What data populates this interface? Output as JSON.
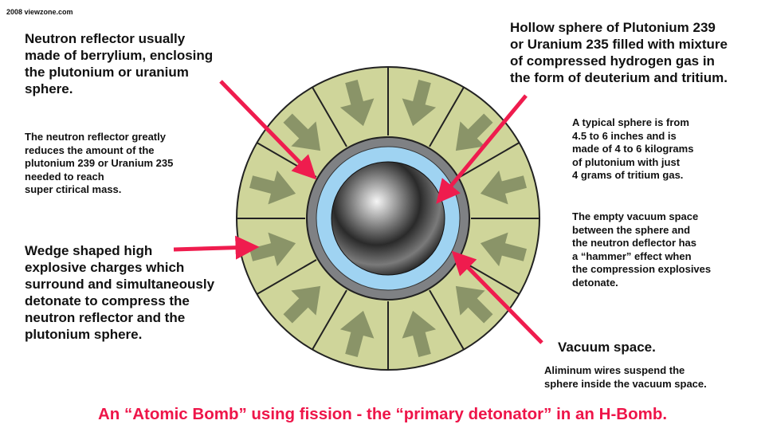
{
  "copyright": "2008 viewzone.com",
  "reflector_note": [
    "Neutron reflector usually",
    "made of berrylium, enclosing",
    "the plutonium or uranium",
    "sphere."
  ],
  "reflector_detail": [
    "The neutron reflector greatly",
    "reduces the amount of the",
    "plutonium 239 or Uranium 235",
    "needed to reach",
    "super ctirical mass."
  ],
  "wedge_note": [
    "Wedge shaped high",
    "explosive charges which",
    "surround and simultaneously",
    "detonate to compress the",
    "neutron reflector and the",
    "plutonium sphere."
  ],
  "sphere_note": [
    "Hollow sphere of Plutonium 239",
    "or Uranium 235 filled with mixture",
    "of compressed hydrogen gas in",
    "the form of deuterium and tritium."
  ],
  "sphere_detail": [
    "A typical sphere is from",
    "4.5 to 6 inches and is",
    "made of 4 to 6 kilograms",
    "of plutonium with just",
    "4 grams of tritium gas."
  ],
  "vacuum_detail": [
    "The empty vacuum space",
    "between the sphere and",
    "the neutron deflector has",
    "a “hammer” effect when",
    "the compression explosives",
    "detonate."
  ],
  "vacuum_label": "Vacuum space.",
  "wires_note": [
    "Aliminum wires suspend the",
    "sphere inside the vacuum space."
  ],
  "caption": "An “Atomic Bomb” using fission -  the “primary detonator” in an H-Bomb.",
  "colors": {
    "wedge": "#cfd59a",
    "wedge_arrow": "#8a9468",
    "reflector": "#7f8184",
    "vacuum": "#9fd3f2",
    "pointer": "#ef1c4e",
    "caption": "#ee1549"
  }
}
